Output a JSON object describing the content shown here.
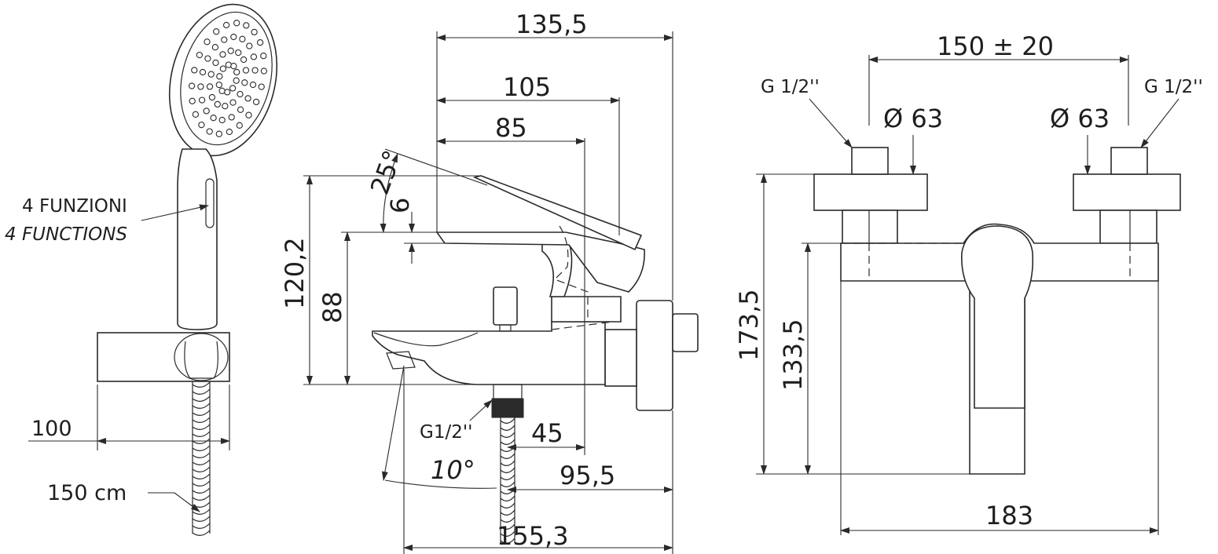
{
  "colors": {
    "line": "#2a2a2a",
    "background": "#ffffff"
  },
  "shower_view": {
    "functions_it": "4 FUNZIONI",
    "functions_en": "4 FUNCTIONS",
    "holder_width": "100",
    "hose_length": "150 cm"
  },
  "side_view": {
    "depth_total": "135,5",
    "lever_reach": "105",
    "spout_reach": "85",
    "lever_angle": "25°",
    "lever_offset": "6",
    "height_total": "120,2",
    "height_body": "88",
    "outlet_thread": "G1/2''",
    "outlet_offset": "45",
    "spout_angle": "10°",
    "outlet_depth": "95,5",
    "projection": "155,3"
  },
  "front_view": {
    "centres": "150 ± 20",
    "thread_left": "G 1/2''",
    "thread_right": "G 1/2''",
    "cover_left": "Ø 63",
    "cover_right": "Ø 63",
    "height_total": "173,5",
    "height_body": "133,5",
    "width": "183"
  }
}
